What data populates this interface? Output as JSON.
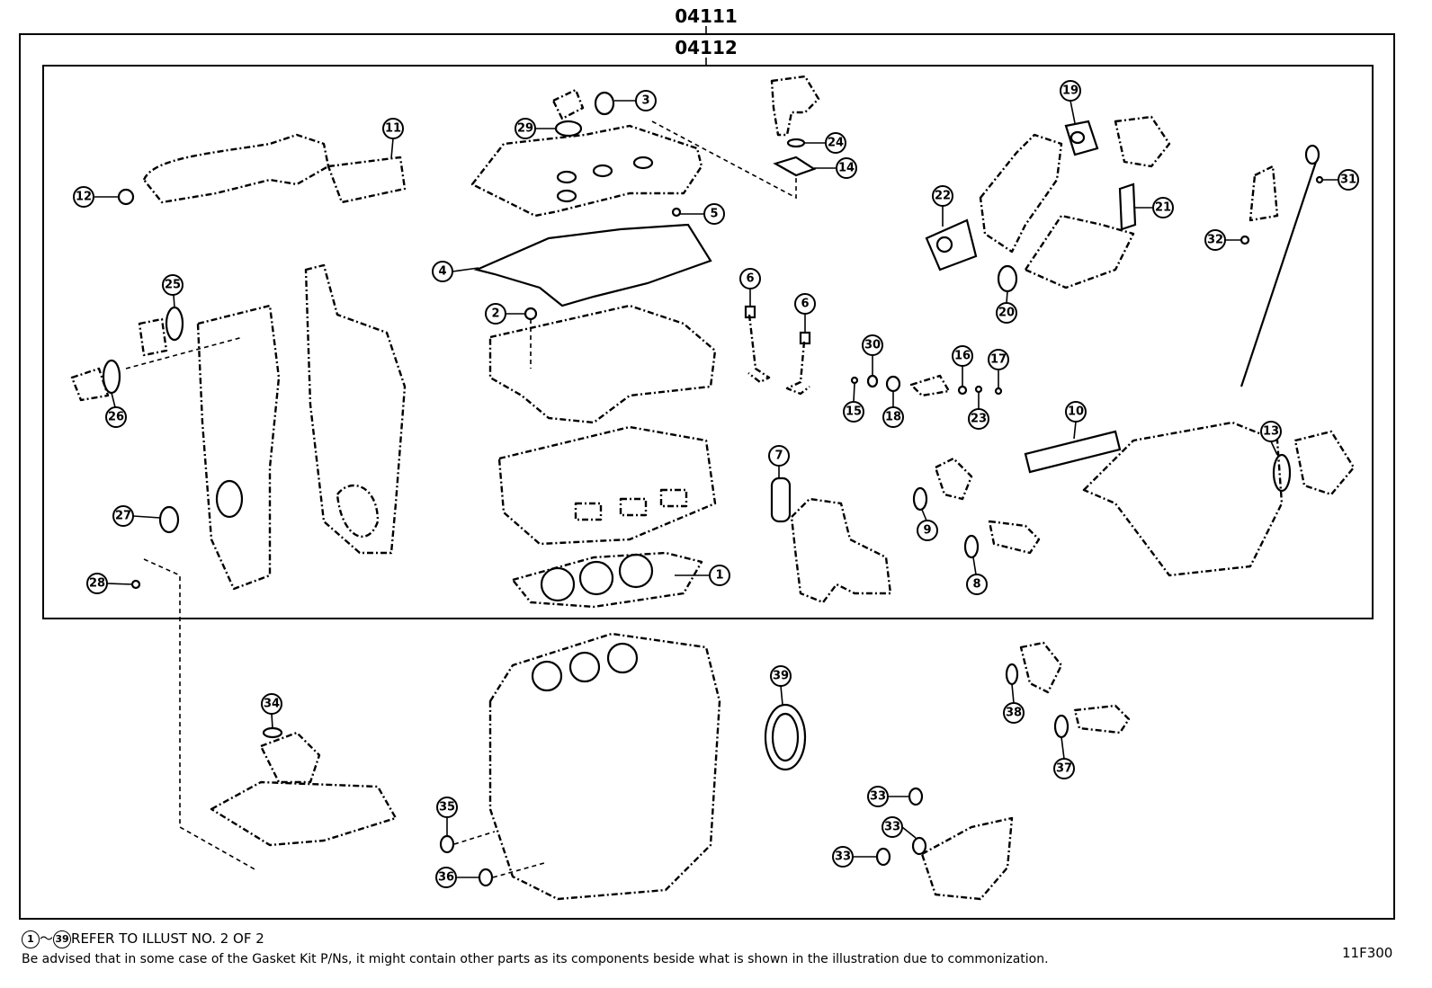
{
  "header": {
    "outer_code": "04111",
    "inner_code": "04112"
  },
  "callouts": [
    "1",
    "2",
    "3",
    "4",
    "5",
    "6",
    "7",
    "8",
    "9",
    "10",
    "11",
    "12",
    "13",
    "14",
    "15",
    "16",
    "17",
    "18",
    "19",
    "20",
    "21",
    "22",
    "23",
    "24",
    "25",
    "26",
    "27",
    "28",
    "29",
    "30",
    "31",
    "32",
    "33",
    "34",
    "35",
    "36",
    "37",
    "38",
    "39"
  ],
  "footer": {
    "range_start": "1",
    "range_end": "39",
    "range_sep": "～",
    "refer_text": "REFER TO ILLUST NO. 2 OF 2",
    "disclaimer": "Be advised that in some case of the Gasket Kit P/Ns,  it might contain other parts as its components beside what is shown in the illustration due to commonization.",
    "illustration_id": "11F300"
  }
}
